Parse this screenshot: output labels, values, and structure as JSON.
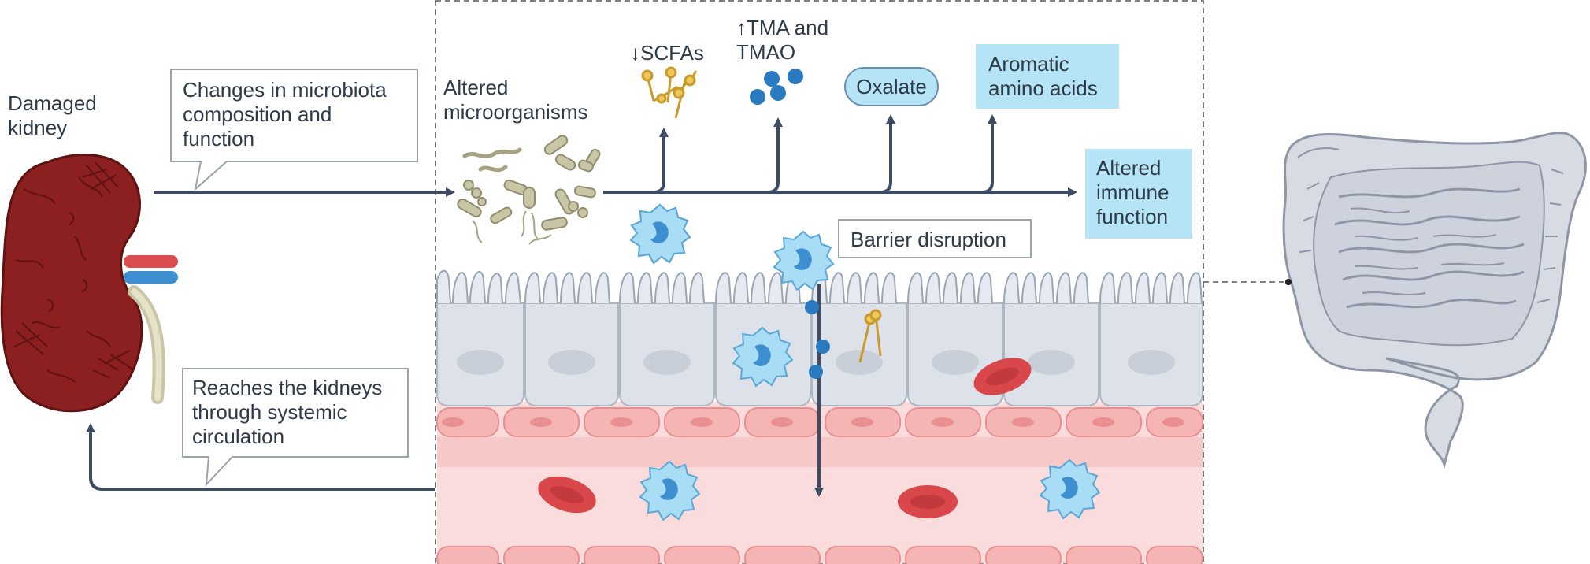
{
  "labels": {
    "damaged_kidney": "Damaged\nkidney",
    "changes": "Changes in microbiota\ncomposition and\nfunction",
    "reaches": "Reaches the kidneys\nthrough systemic\ncirculation",
    "altered_micro": "Altered\nmicroorganisms",
    "scfas": "↓SCFAs",
    "tma": "↑TMA and\nTMAO",
    "oxalate": "Oxalate",
    "aromatic": "Aromatic\namino acids",
    "immune": "Altered\nimmune\nfunction",
    "barrier": "Barrier disruption"
  },
  "colors": {
    "arrow": "#3d4c63",
    "kidney": "#8c1f1f",
    "kidney_dark": "#6b1414",
    "epithelium": "#dde2ea",
    "epithelium_stroke": "#aeb6c2",
    "vessel_wall": "#f5b5b5",
    "blood": "#fbdcdc",
    "rbc": "#d9474a",
    "immune_cell": "#a9dcf5",
    "immune_nucleus": "#3e8fd0",
    "molecule_blue": "#2a7ac0",
    "scfa_gold": "#d9a93a",
    "bacteria": "#c8c6a4",
    "intestine": "#d7dbe4",
    "label_box_fill": "#b6e4f7"
  },
  "icons": [
    "kidney-icon",
    "bacteria-icon",
    "scfa-molecule-icon",
    "tma-molecule-icon",
    "immune-cell-icon",
    "red-blood-cell-icon",
    "intestine-icon"
  ]
}
